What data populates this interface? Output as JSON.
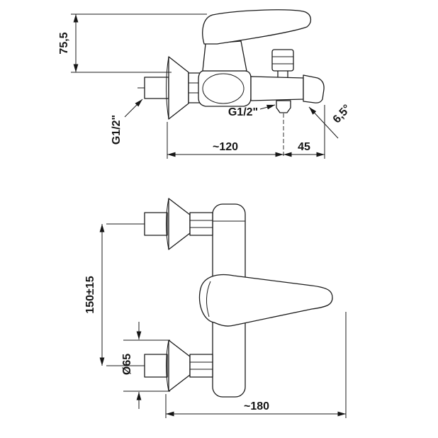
{
  "page": {
    "background": "#ffffff",
    "line_color": "#1b1b1b"
  },
  "diagram": {
    "type": "technical-drawing",
    "subject": "Wall-mounted bath/shower mixer tap, two projection views with dimension annotations",
    "views": [
      {
        "id": "side-view",
        "description": "Upper drawing: side profile with lever, diverter, spout and shower outlet"
      },
      {
        "id": "front-view",
        "description": "Lower drawing: front view with lever handle and two wall connections"
      }
    ],
    "dimensions": {
      "body_height": "75,5",
      "inlet_thread": "G1/2\"",
      "outlet_thread": "G1/2\"",
      "wall_to_outlet": "~120",
      "outlet_to_spout_end": "45",
      "spout_angle": "6,5°",
      "connection_centers": "150±15",
      "flange_diameter": "Ø65",
      "overall_width": "~180"
    }
  }
}
